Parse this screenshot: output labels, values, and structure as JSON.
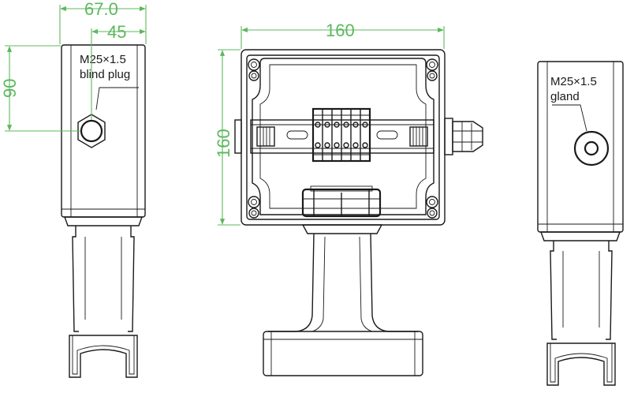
{
  "colors": {
    "outline": "#1a1a1a",
    "dimension": "#5cb85c",
    "background": "#ffffff"
  },
  "left_view": {
    "dim_width_overall": "67.0",
    "dim_width_to_plug": "45",
    "dim_height_to_plug": "90",
    "note_line1": "M25×1.5",
    "note_line2": "blind plug"
  },
  "front_view": {
    "dim_width": "160",
    "dim_height": "160"
  },
  "right_view": {
    "note_line1": "M25×1.5",
    "note_line2": "gland"
  }
}
